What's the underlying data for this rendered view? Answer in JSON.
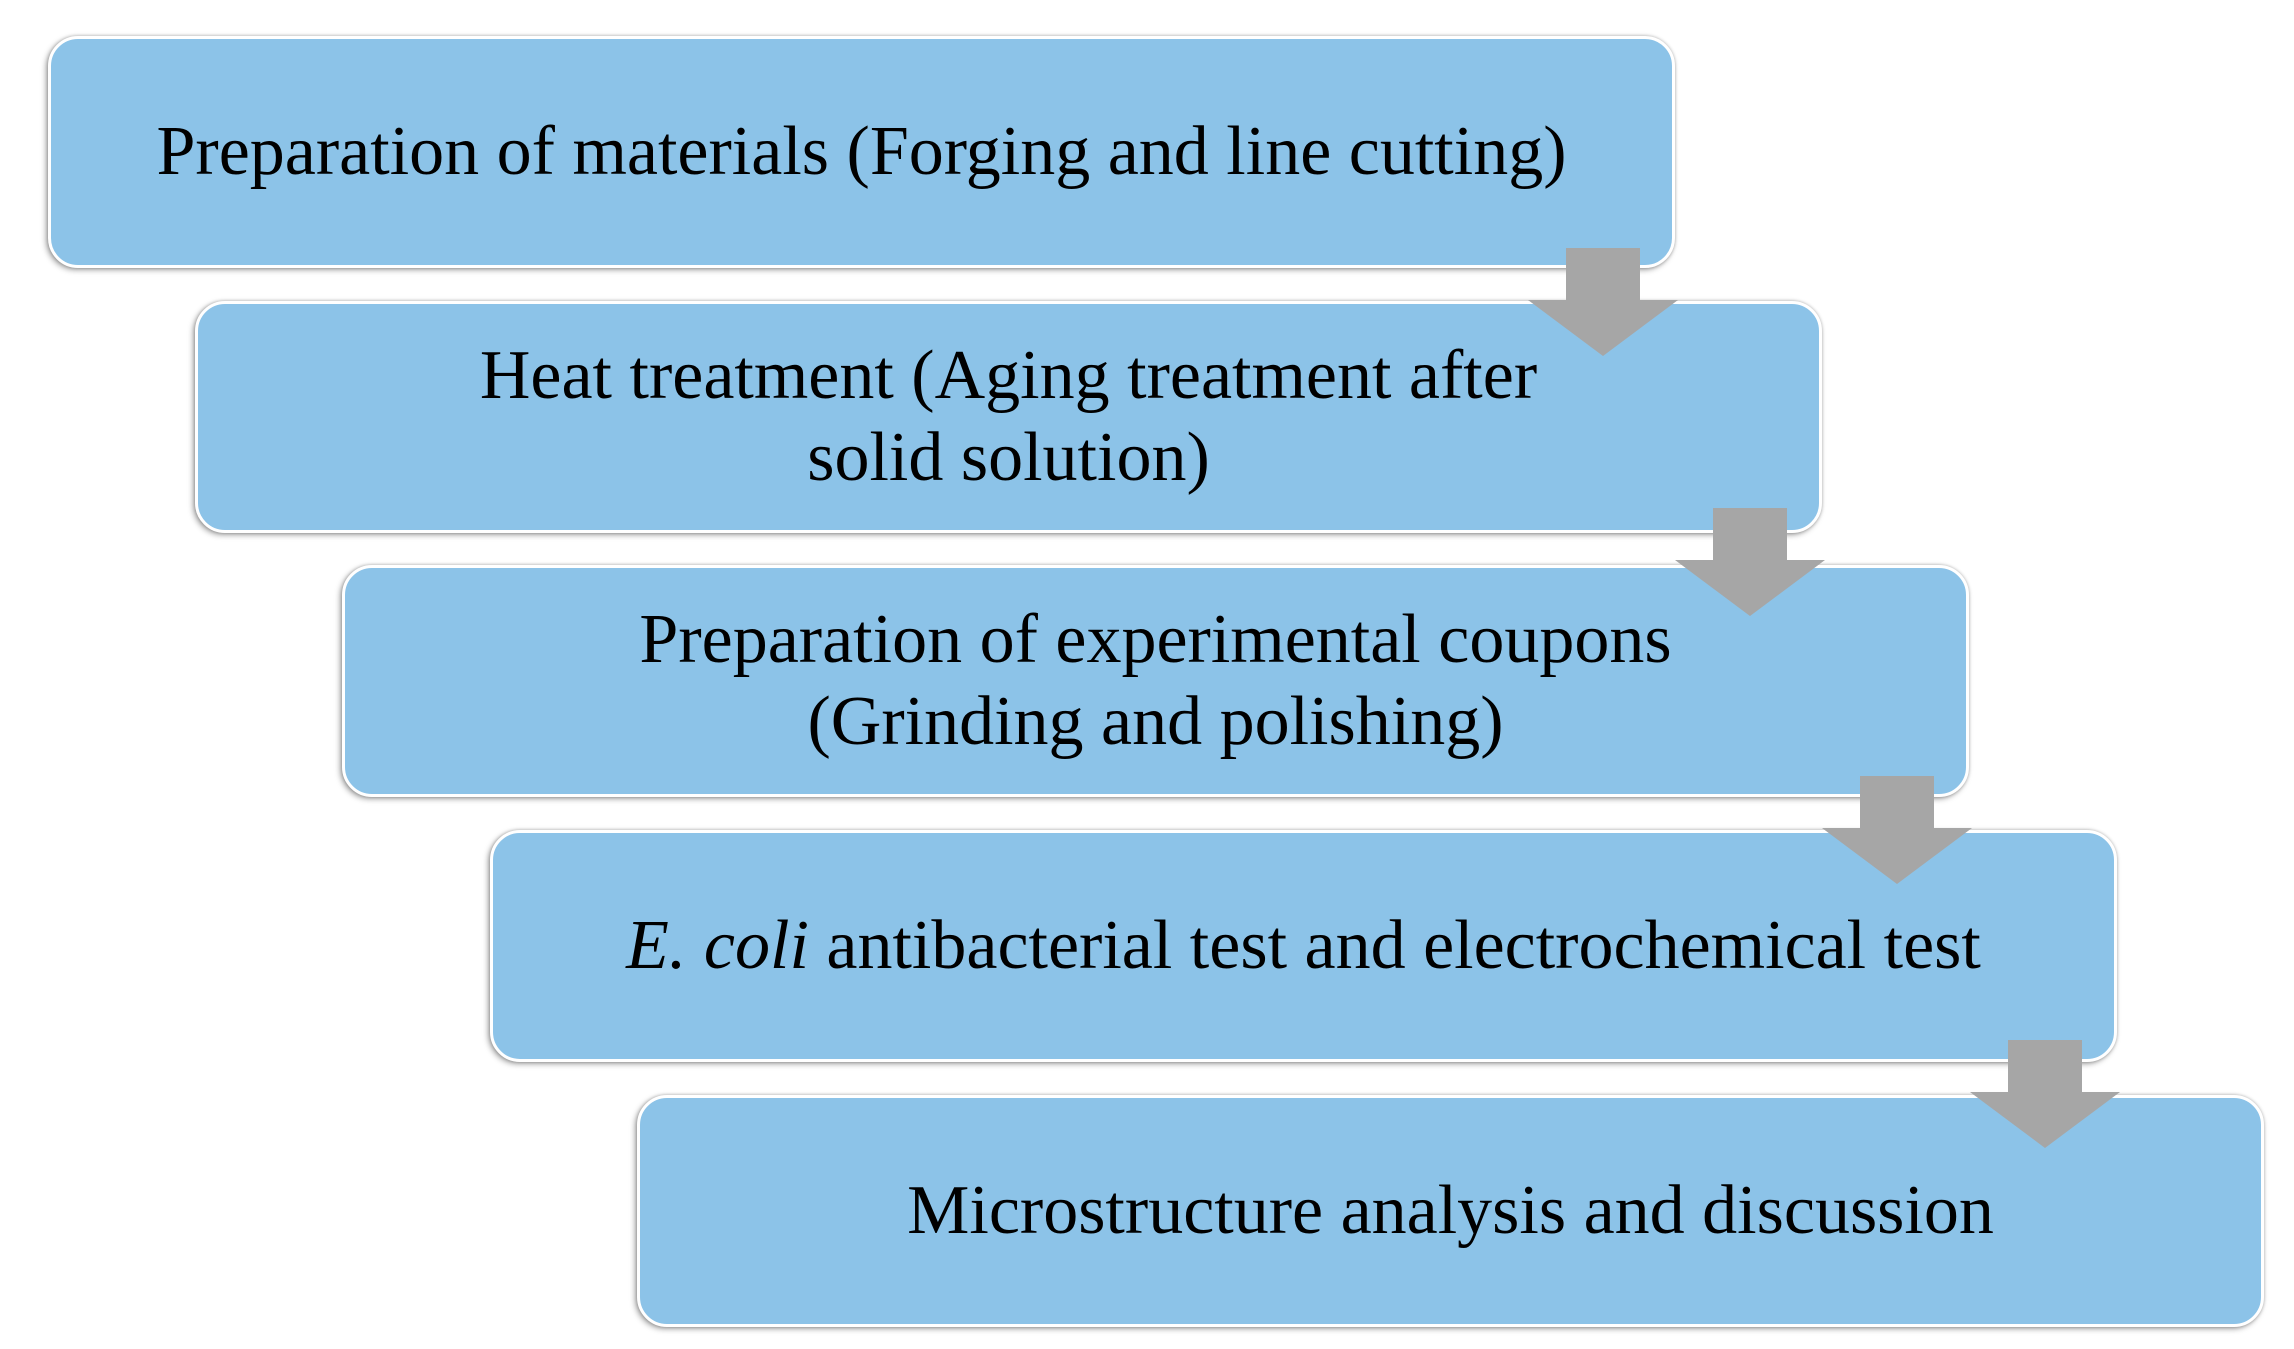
{
  "steps": [
    {
      "label": "Preparation of materials (Forging and line cutting)"
    },
    {
      "label": "Heat treatment (Aging treatment after solid solution)"
    },
    {
      "label": "Preparation of experimental coupons (Grinding and polishing)"
    },
    {
      "label_italic": "E. coli",
      "label_rest": " antibacterial test and electrochemical test"
    },
    {
      "label": "Microstructure analysis and discussion"
    }
  ],
  "colors": {
    "box_fill": "#8cc3e8",
    "arrow_fill": "#a6a6a6",
    "text": "#000000"
  },
  "icons": {
    "connector": "down-arrow-icon"
  }
}
